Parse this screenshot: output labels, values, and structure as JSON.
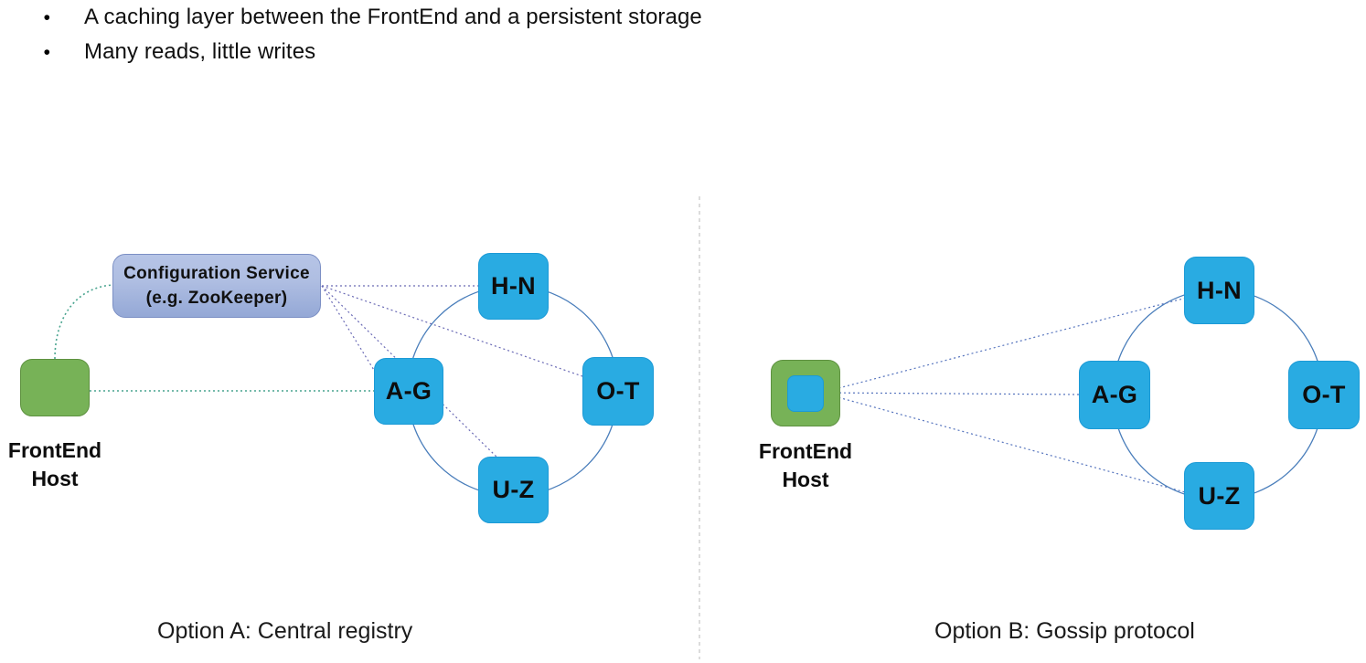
{
  "slide": {
    "bullets": [
      {
        "marker": "•",
        "text": "A caching layer between the FrontEnd and a persistent storage"
      },
      {
        "marker": "•",
        "text": "Many reads, little writes"
      }
    ]
  },
  "colors": {
    "ring_node_fill": "#29ABE2",
    "ring_node_border": "#1C9AD6",
    "host_fill": "#77B257",
    "host_border": "#5E9140",
    "config_fill_top": "#B6C4E6",
    "config_fill_bottom": "#94A8D6",
    "config_border": "#7B8FC4",
    "ring_circle_stroke": "#4A7EBB",
    "config_link_stroke": "#5B5BA8",
    "host_link_stroke": "#3E9E8A",
    "gossip_link_stroke": "#4A66B0",
    "divider_stroke": "#D0D0D0"
  },
  "option_a": {
    "caption": "Option A: Central registry",
    "config_service": {
      "line1": "Configuration Service",
      "line2": "(e.g. ZooKeeper)"
    },
    "host": {
      "label_line1": "FrontEnd",
      "label_line2": "Host"
    },
    "ring_nodes": [
      {
        "id": "hn",
        "label": "H-N"
      },
      {
        "id": "ag",
        "label": "A-G"
      },
      {
        "id": "ot",
        "label": "O-T"
      },
      {
        "id": "uz",
        "label": "U-Z"
      }
    ]
  },
  "option_b": {
    "caption": "Option B: Gossip protocol",
    "host": {
      "label_line1": "FrontEnd",
      "label_line2": "Host"
    },
    "ring_nodes": [
      {
        "id": "hn",
        "label": "H-N"
      },
      {
        "id": "ag",
        "label": "A-G"
      },
      {
        "id": "ot",
        "label": "O-T"
      },
      {
        "id": "uz",
        "label": "U-Z"
      }
    ]
  }
}
